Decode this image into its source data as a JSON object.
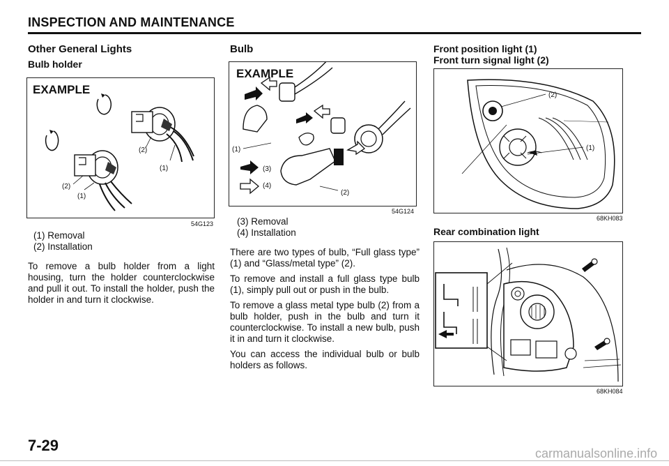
{
  "header": {
    "title": "INSPECTION AND MAINTENANCE"
  },
  "col1": {
    "section_title": "Other General Lights",
    "subsection_title": "Bulb holder",
    "figure": {
      "example": "EXAMPLE",
      "code": "54G123",
      "labels": [
        "(1)",
        "(2)",
        "(1)",
        "(2)"
      ]
    },
    "legend": [
      "(1) Removal",
      "(2) Installation"
    ],
    "body": "To remove a bulb holder from a light housing, turn the holder counterclockwise and pull it out. To install the holder, push the holder in and turn it clockwise."
  },
  "col2": {
    "section_title": "Bulb",
    "figure": {
      "example": "EXAMPLE",
      "code": "54G124",
      "labels": [
        "(1)",
        "(2)",
        "(3)",
        "(4)"
      ]
    },
    "legend": [
      "(3) Removal",
      "(4) Installation"
    ],
    "paragraphs": [
      "There are two types of bulb, “Full glass type” (1) and “Glass/metal type” (2).",
      "To remove and install a full glass type bulb (1), simply pull out or push in the bulb.",
      "To remove a glass metal type bulb (2) from a bulb holder, push in the bulb and turn it counterclockwise. To install a new bulb, push it in and turn it clockwise.",
      "You can access the individual bulb or bulb holders as follows."
    ]
  },
  "col3": {
    "title_line1": "Front position light (1)",
    "title_line2": "Front turn signal light (2)",
    "figure1": {
      "code": "68KH083",
      "labels": [
        "(2)",
        "(1)"
      ]
    },
    "rear_title": "Rear combination light",
    "figure2": {
      "code": "68KH084"
    }
  },
  "footer": {
    "page_number": "7-29",
    "watermark": "carmanualsonline.info"
  }
}
